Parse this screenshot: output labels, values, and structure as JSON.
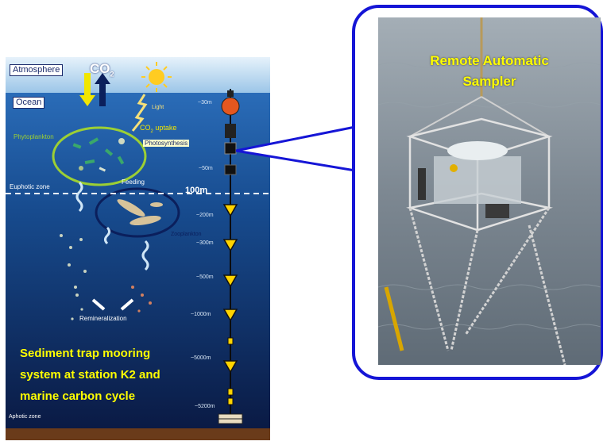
{
  "diagram": {
    "labels": {
      "atmosphere": "Atmosphere",
      "ocean": "Ocean",
      "co2": "CO",
      "co2_sub": "2",
      "light": "Light",
      "co2_uptake": "CO",
      "co2_uptake_sub": "2",
      "co2_uptake_rest": " uptake",
      "phytoplankton": "Phytoplankton",
      "photosynthesis": "Photosynthesis",
      "feeding": "Feeding",
      "euphotic_zone": "Euphotic zone",
      "depth_100m": "100m",
      "zooplankton": "Zooplankton",
      "remineralization": "Remineralization",
      "aphotic_zone": "Aphotic zone"
    },
    "depths": [
      "~30m",
      "~50m",
      "~200m",
      "~300m",
      "~500m",
      "~1000m",
      "~5000m",
      "~5200m"
    ],
    "title_lines": [
      "Sediment trap mooring",
      "system at station K2 and",
      "marine carbon cycle"
    ]
  },
  "photo": {
    "title_lines": [
      "Remote Automatic",
      "Sampler"
    ]
  },
  "colors": {
    "ocean_top": "#1f5ea8",
    "ocean_bottom": "#0c1e4a",
    "atmosphere": "#c9e0f2",
    "seafloor": "#6a3b1a",
    "callout_border": "#1515d6",
    "title_yellow": "#ffff00",
    "buoy_orange": "#e5571f",
    "trap_yellow": "#ffd400"
  }
}
